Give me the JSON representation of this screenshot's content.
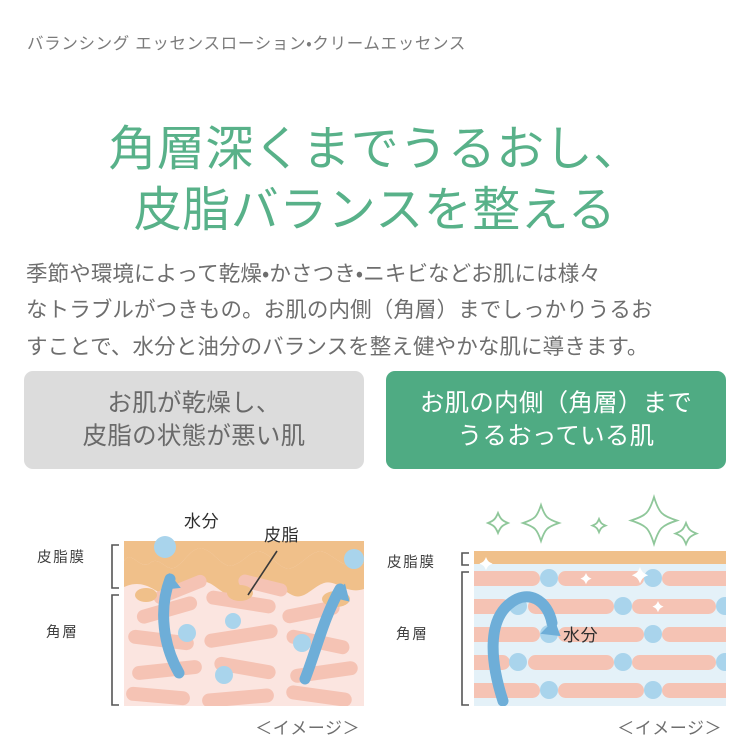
{
  "eyebrow": "バランシング エッセンスローション・クリームエッセンス",
  "headline": {
    "line1": "角層深くまでうるおし、",
    "line2": "皮脂バランスを整える",
    "color": "#58b189"
  },
  "lead": {
    "line1": "季節や環境によって乾燥・かさつき・ニキビなどお肌には様々",
    "line2": "なトラブルがつきもの。お肌の内側（角層）までしっかりうるお",
    "line3": "すことで、水分と油分のバランスを整え健やかな肌に導きます。"
  },
  "compare": {
    "bad": {
      "head_line1": "お肌が乾燥し、",
      "head_line2": "皮脂の状態が悪い肌",
      "head_bg": "#dcdcdc",
      "head_color": "#6a6a6a",
      "labels": {
        "moisture": "水分",
        "sebum": "皮脂",
        "sebum_film": "皮脂膜",
        "stratum_corneum": "角層"
      },
      "caption": "＜イメージ＞"
    },
    "good": {
      "head_line1": "お肌の内側（角層）まで",
      "head_line2": "うるおっている肌",
      "head_bg": "#4fab83",
      "head_color": "#ffffff",
      "labels": {
        "moisture": "水分",
        "sebum_film": "皮脂膜",
        "stratum_corneum": "角層"
      },
      "caption": "＜イメージ＞"
    }
  },
  "colors": {
    "sebum_orange": "#f0c08a",
    "corneocyte_pink": "#f5c3b4",
    "skin_bg_pink": "#fbe5e0",
    "skin_bg_blue": "#e4f1f8",
    "water_blue": "#6eaed8",
    "droplet_blue": "#a9d4ec",
    "sparkle_green": "#8fc79a",
    "bracket_gray": "#555555"
  }
}
